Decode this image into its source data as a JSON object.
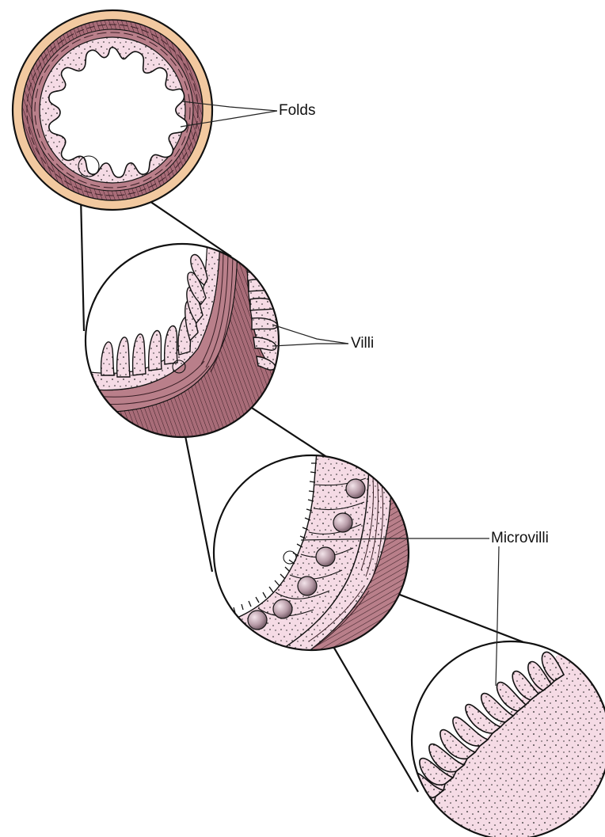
{
  "labels": {
    "folds": "Folds",
    "villi": "Villi",
    "microvilli": "Microvilli"
  },
  "colors": {
    "serosa": "#f2c9a0",
    "muscle": "#b97f8a",
    "muscle_dark": "#9c5f6c",
    "mucosa": "#f5dbe5",
    "cell_nucleus": "#b69aa6",
    "outline": "#111111"
  }
}
